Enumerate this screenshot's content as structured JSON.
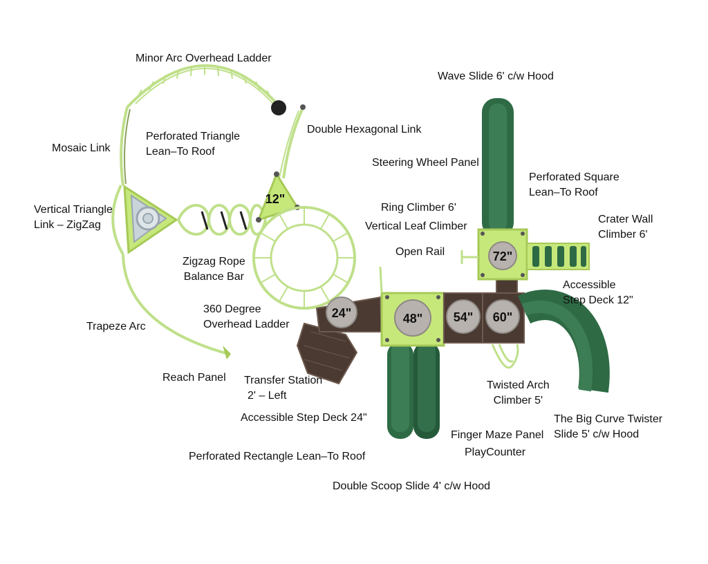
{
  "colors": {
    "lime": "#c6e87a",
    "lime_dark": "#a6c957",
    "green": "#2e6b45",
    "green_dark": "#1f4f33",
    "deck_brown": "#4a3a32",
    "deck_gray": "#b7b2ae",
    "frame_line": "#bfe08a",
    "label_text": "#111111"
  },
  "deck_heights": {
    "d12": "12\"",
    "d24": "24\"",
    "d48": "48\"",
    "d54": "54\"",
    "d60": "60\"",
    "d72": "72\""
  },
  "labels": {
    "minor_arc": "Minor Arc Overhead Ladder",
    "wave_slide": "Wave Slide 6' c/w Hood",
    "double_hex": "Double Hexagonal Link",
    "mosaic_link": "Mosaic Link",
    "perf_triangle": [
      "Perforated Triangle",
      "Lean–To Roof"
    ],
    "steering_wheel": "Steering Wheel Panel",
    "perf_square": [
      "Perforated Square",
      "Lean–To Roof"
    ],
    "vertical_triangle": [
      "Vertical Triangle",
      "Link – ZigZag"
    ],
    "ring_climber": "Ring Climber 6'",
    "vertical_leaf": "Vertical Leaf Climber",
    "crater_wall": [
      "Crater Wall",
      "Climber 6'"
    ],
    "open_rail": "Open Rail",
    "zigzag_rope": [
      "Zigzag Rope",
      "Balance Bar"
    ],
    "accessible_12": [
      "Accessible",
      "Step Deck 12\""
    ],
    "ladder_360": [
      "360 Degree",
      "Overhead Ladder"
    ],
    "trapeze_arc": "Trapeze Arc",
    "reach_panel": "Reach Panel",
    "transfer_station": [
      "Transfer Station",
      "2' – Left"
    ],
    "twisted_arch": [
      "Twisted Arch",
      "Climber 5'"
    ],
    "accessible_24": "Accessible Step Deck 24\"",
    "big_curve": [
      "The Big Curve Twister",
      "Slide 5' c/w Hood"
    ],
    "finger_maze": "Finger Maze Panel",
    "playcounter": "PlayCounter",
    "perf_rect": "Perforated Rectangle Lean–To Roof",
    "double_scoop": "Double Scoop Slide 4' c/w Hood"
  }
}
